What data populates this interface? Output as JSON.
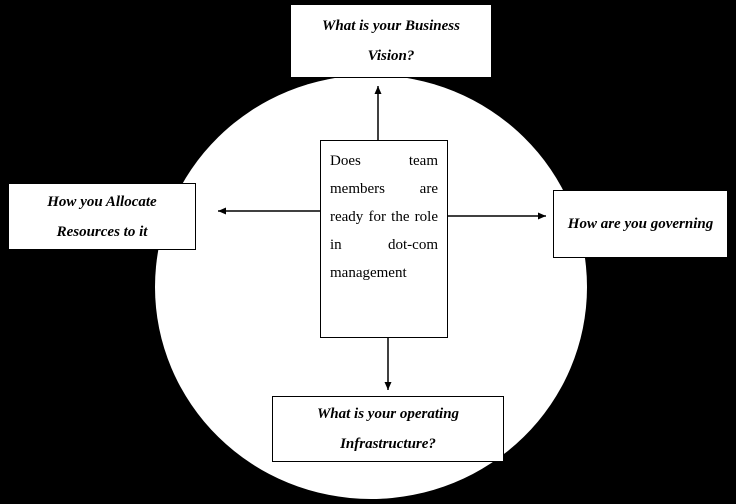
{
  "diagram": {
    "top_box": {
      "text": "What is your Business Vision?"
    },
    "left_box": {
      "text": "How you Allocate Resources to it"
    },
    "right_box": {
      "text": "How are you governing"
    },
    "bottom_box": {
      "text": "What is your operating Infrastructure?"
    },
    "center_box": {
      "text": "Does team members are ready for the role in dot-com management"
    },
    "colors": {
      "background": "#000000",
      "circle": "#ffffff",
      "box_fill": "#ffffff",
      "box_border": "#000000",
      "text": "#000000"
    }
  }
}
